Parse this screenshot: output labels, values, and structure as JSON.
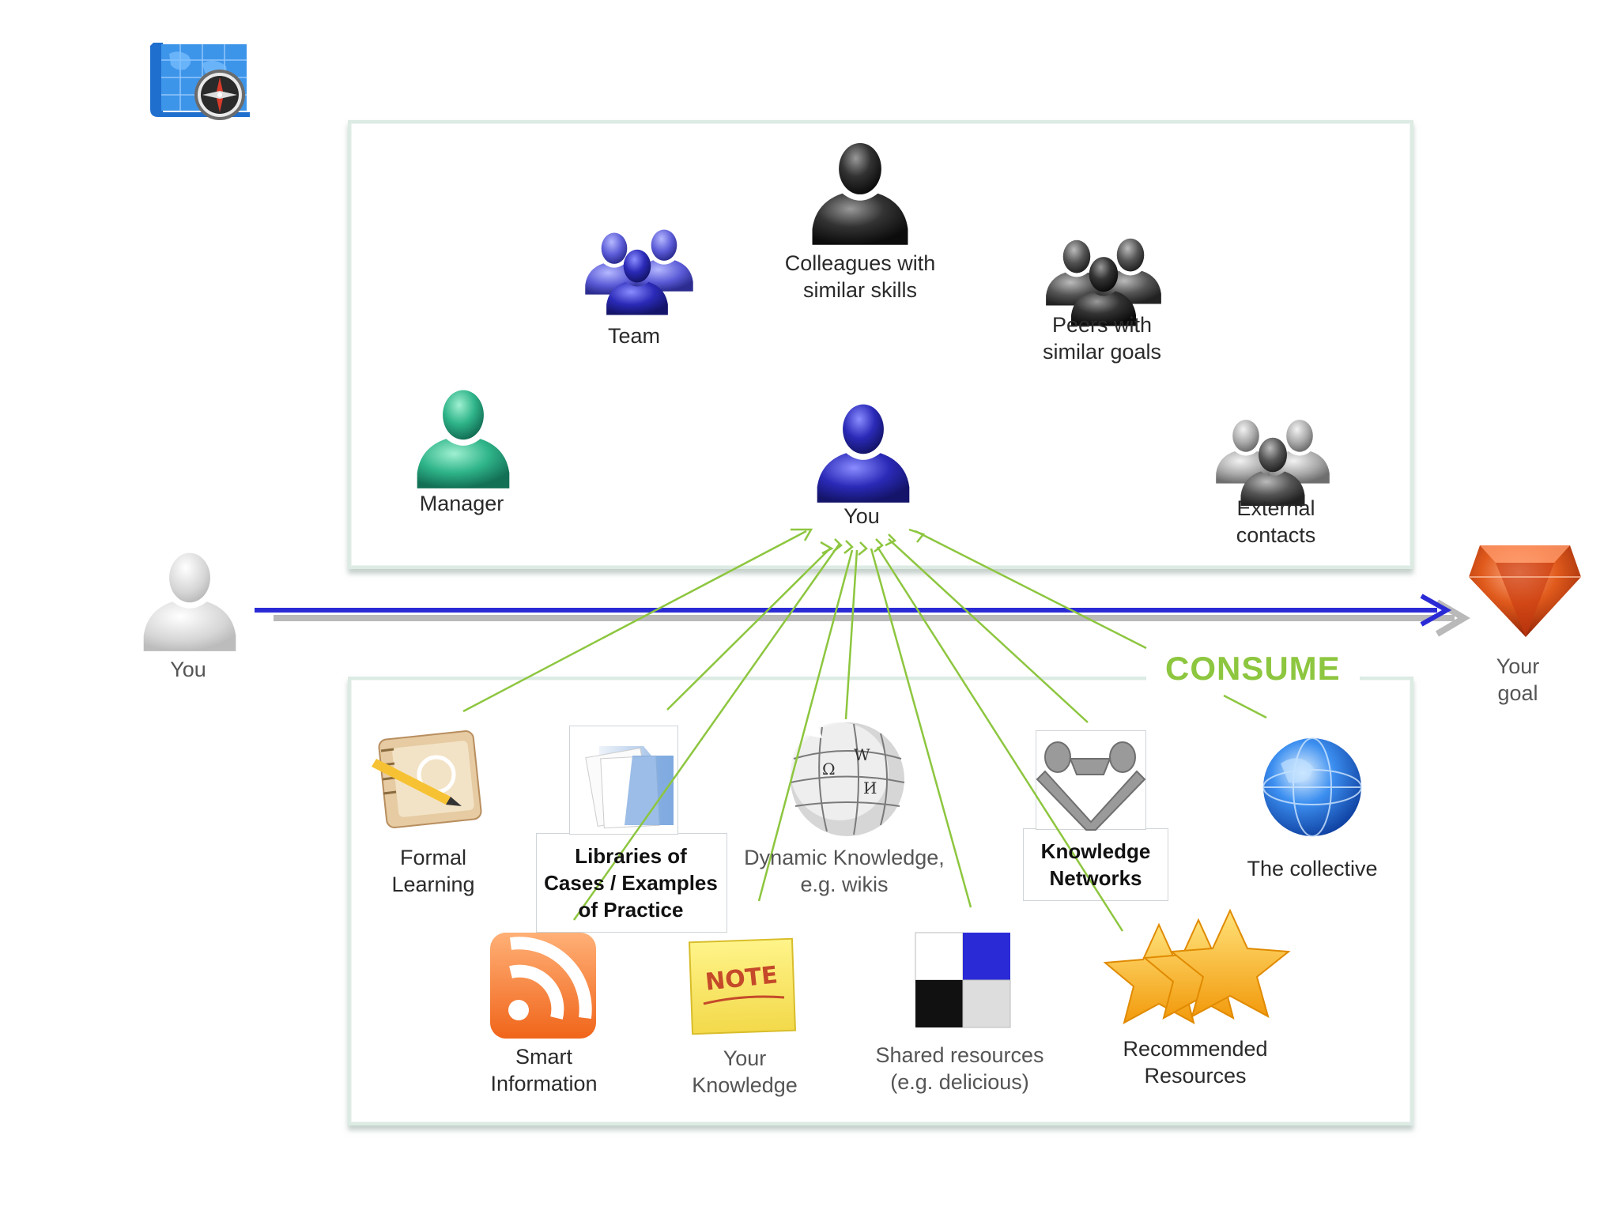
{
  "colors": {
    "panel_border": "#dcebe3",
    "arrow_lines": "#8dc63f",
    "timeline": "#2b2bd6",
    "consume_text": "#8dc63f"
  },
  "icons": {
    "map": "map-compass-icon",
    "goal": "ruby-gem-icon"
  },
  "people_panel": {
    "colleagues": [
      "Colleagues with",
      "similar skills"
    ],
    "team": "Team",
    "peers": [
      "Peers with",
      "similar goals"
    ],
    "manager": "Manager",
    "you": "You",
    "external": [
      "External",
      "contacts"
    ]
  },
  "timeline": {
    "start_label": "You",
    "goal_label": [
      "Your",
      "goal"
    ]
  },
  "resources_panel": {
    "consume_label": "CONSUME",
    "formal_learning": [
      "Formal",
      "Learning"
    ],
    "libraries": [
      "Libraries of",
      "Cases / Examples",
      "of Practice"
    ],
    "dynamic_knowledge": [
      "Dynamic Knowledge,",
      "e.g. wikis"
    ],
    "knowledge_networks": [
      "Knowledge",
      "Networks"
    ],
    "collective": "The collective",
    "smart_information": [
      "Smart",
      "Information"
    ],
    "your_knowledge": [
      "Your",
      "Knowledge"
    ],
    "shared_resources": [
      "Shared resources",
      "(e.g. delicious)"
    ],
    "recommended": [
      "Recommended",
      "Resources"
    ],
    "note_text": "NOTE"
  }
}
